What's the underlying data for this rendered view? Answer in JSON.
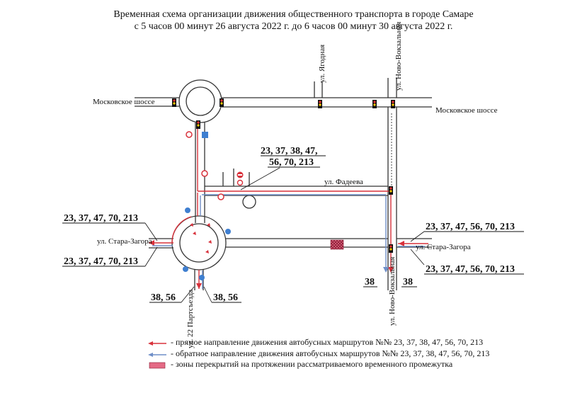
{
  "title": {
    "line1": "Временная схема организации движения общественного транспорта в городе Самаре",
    "line2": "с 5 часов 00 минут 26 августа 2022 г. до 6 часов 00 минут 30 августа 2022 г."
  },
  "streets": {
    "moskovskoe_left": "Московское шоссе",
    "moskovskoe_right": "Московское шоссе",
    "yagodnaya": "ул. Ягодная",
    "novo_vokzalnaya_top": "ул. Ново-Вокзальная",
    "fadeeva": "ул. Фадеева",
    "stara_zagora_left": "ул. Стара-Загора",
    "stara_zagora_right": "ул. Стара-Загора",
    "partsezda": "ул. 22 Партсъезда",
    "novo_vokzalnaya_bottom": "ул. Ново-Вокзальная"
  },
  "routes": {
    "fadeeva_line1": "23, 37, 38, 47,",
    "fadeeva_line2": "56, 70, 213",
    "left_top": "23, 37, 47, 70, 213",
    "left_bottom": "23, 37, 47, 70, 213",
    "right_top": "23, 37, 47, 56, 70, 213",
    "right_bottom": "23, 37, 47, 56, 70, 213",
    "bottom_left_a": "38, 56",
    "bottom_left_b": "38, 56",
    "bottom_right_a": "38",
    "bottom_right_b": "38"
  },
  "legend": {
    "forward": "- прямое направление движения автобусных маршрутов №№ 23, 37, 38, 47, 56, 70, 213",
    "reverse": "- обратное направление движения автобусных маршрутов №№ 23, 37, 38, 47, 56, 70, 213",
    "closure": "- зоны перекрытий на протяжении рассматриваемого временного промежутка"
  },
  "colors": {
    "forward": "#d8323c",
    "reverse": "#6f8fc8",
    "road": "#333333",
    "closure": "#c0304a"
  }
}
